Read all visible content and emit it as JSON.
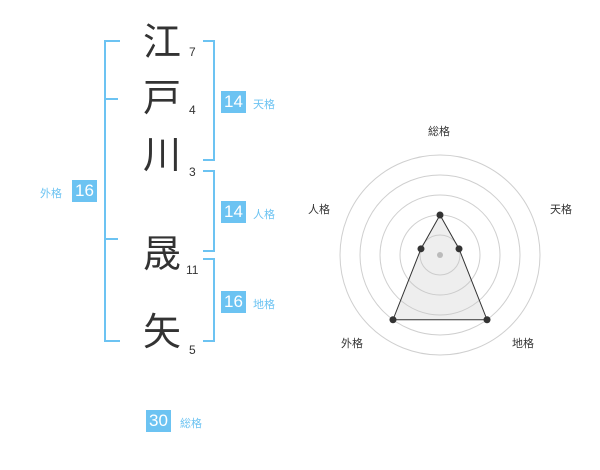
{
  "name": {
    "chars": [
      {
        "char": "江",
        "strokes": "7"
      },
      {
        "char": "戸",
        "strokes": "4"
      },
      {
        "char": "川",
        "strokes": "3"
      },
      {
        "char": "晟",
        "strokes": "11"
      },
      {
        "char": "矢",
        "strokes": "5"
      }
    ]
  },
  "fortunes": {
    "tenkaku": {
      "value": "14",
      "label": "天格"
    },
    "jinkaku": {
      "value": "14",
      "label": "人格"
    },
    "chikaku": {
      "value": "16",
      "label": "地格"
    },
    "gaikaku": {
      "value": "16",
      "label": "外格"
    },
    "soukaku": {
      "value": "30",
      "label": "総格"
    }
  },
  "colors": {
    "accent": "#6cc3f2",
    "text": "#333333"
  },
  "chart_data": {
    "type": "radar",
    "axes": [
      "総格",
      "天格",
      "地格",
      "外格",
      "人格"
    ],
    "values": [
      2,
      1,
      4,
      4,
      1
    ],
    "rlim": [
      0,
      5
    ],
    "rings": 5
  }
}
